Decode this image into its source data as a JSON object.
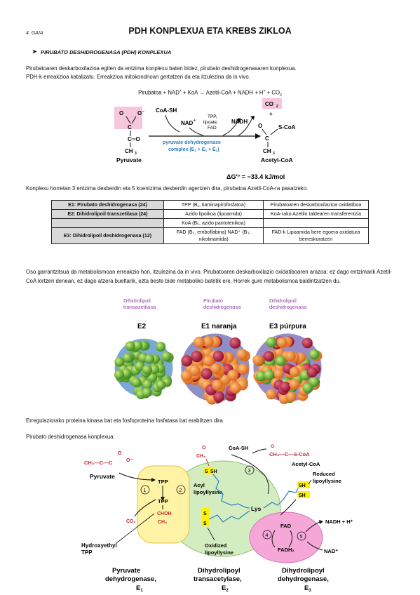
{
  "header": {
    "chapter": "4. GAIA",
    "title": "PDH KONPLEXUA ETA KREBS ZIKLOA",
    "section": "PIRUBATO DESHIDROGENASA (PDH) KONPLEXUA"
  },
  "paragraphs": {
    "intro1": "Pirubatoaren deskarboxilazioa egiten da entzima konplexu baten bidez, pirubato deshidrogenasaren konplexua.",
    "intro2": "PDH-k erreakzioa katalizatu. Erreakzioa mitokondrioan gertatzen da eta itzulezina da in vivo.",
    "complex": "Konplexu horretan 3 entzima desberdin eta 5 koentzima desberdin agertzen dira, pirubatoa Azetil-CoA-ra pasatzeko.",
    "importance": "Oso garrantzitsua da metabolismoan erreakzio hori, itzulezina da in vivo. Pirubatoaren deskarboxilazio oxidatiboaren arazoa: ez dago entzimarik Azetil-CoA lortzen denean, ez dago atzera bueltarik, ezta beste bide metaboliko batetik ere. Horrek gure metabolismoa baldintzatzen du.",
    "regulation": "Erregulaziorako proteina kinasa bat eta fosfoproteina fosfatasa bat erabiltzen dira.",
    "complex_label": "Pirubato deshidrogenasa konplexua:"
  },
  "equation": {
    "lhs": "Pirubatoa + NAD",
    "mid": " + KoA → Azetil-CoA + NADH + H",
    "rhs": " + CO",
    "plus_sup": "+",
    "sub2": "2"
  },
  "reaction": {
    "coa": "CoA-SH",
    "nad": "NAD",
    "nadh": "NADH",
    "cof1": "TPP,",
    "cof2": "lipoate,",
    "cof3": "FAD",
    "enzyme1": "pyruvate dehydrogenase",
    "enzyme2": "complex (E",
    "co2": "CO",
    "pyruvate": "Pyruvate",
    "acetylcoa": "Acetyl-CoA",
    "scoa": "S-CoA",
    "ch3": "CH",
    "o_minus": "O",
    "delta": "ΔG'° = −33.4 kJ/mol"
  },
  "table": {
    "rows": [
      {
        "c1": "E1: Pirubato deshidrogenasa (24)",
        "c2": "TPP (B₁, tiaminapirofosfatoa)",
        "c3": "Pirubatoaren deskarboxilazioa oxidatiboa"
      },
      {
        "c1": "E2: Dihidrolipoil transzetilasa (24)",
        "c2": "Azido lipoikoa (lipoamida)",
        "c3": "KoA-rako Azetilo taldearen transferentzia"
      },
      {
        "c1": "",
        "c2": "KoA (B₅, azido pantotenikoa)",
        "c3": ""
      },
      {
        "c1": "E3: Dihidrolipoil deshidrogenasa (12)",
        "c2": "FAD (B₂, erriboflabina) NAD⁺ (B₃, nikotinamida)",
        "c3": "FAD-k Lipoamida bere egoera oxidatura berreskuratzen"
      }
    ]
  },
  "models": {
    "e2_top1": "Dihidrolipoil",
    "e2_top2": "transazetilasa",
    "e1_top1": "Pirubato",
    "e1_top2": "deshidrogenasa",
    "e3_top1": "Dihidrolipoil",
    "e3_top2": "deshidrogenasa",
    "e2": "E2",
    "e1": "E1 naranja",
    "e3": "E3 púrpura"
  },
  "mechanism": {
    "pyruvate": "Pyruvate",
    "ch3c": "CH₃—C—C",
    "tpp1": "TPP",
    "tpp2": "TPP",
    "chohl": "CHOH",
    "ch3b": "CH₃",
    "co2": "CO₂",
    "hydroxyethyl1": "Hydroxyethyl",
    "hydroxyethyl2": "TPP",
    "step1": "1",
    "step2": "2",
    "step3": "3",
    "step4": "4",
    "step5": "5",
    "acyl1": "Acyl",
    "acyl2": "lipoyllysine",
    "lys": "Lys",
    "coash": "CoA-SH",
    "acetylcoa_formula": "CH₃—C—S-CoA",
    "acetylcoa": "Acetyl-CoA",
    "reduced1": "Reduced",
    "reduced2": "lipoyllysine",
    "sh1": "SH",
    "sh2": "SH",
    "sh3": "SH",
    "s1": "S",
    "s2": "S",
    "oxidized1": "Oxidized",
    "oxidized2": "lipoyllysine",
    "fad": "FAD",
    "fadh2": "FADH₂",
    "nadh": "NADH + H⁺",
    "nad": "NAD⁺",
    "e1_1": "Pyruvate",
    "e1_2": "dehydrogenase,",
    "e1_3": "E",
    "e2_1": "Dihydrolipoyl",
    "e2_2": "transacetylase,",
    "e2_3": "E",
    "e3_1": "Dihydrolipoyl",
    "e3_2": "dehydrogenase,",
    "e3_3": "E"
  },
  "colors": {
    "pink_highlight": "#f6c6dc",
    "blue_label": "#2a7fc0",
    "purple_label": "#8b3fa0",
    "e1_yellow": "#fff3a6",
    "e2_green": "#d3ecc0",
    "e3_pink": "#f5a8d8",
    "sh_yellow": "#fff200",
    "red": "#c4262e"
  }
}
